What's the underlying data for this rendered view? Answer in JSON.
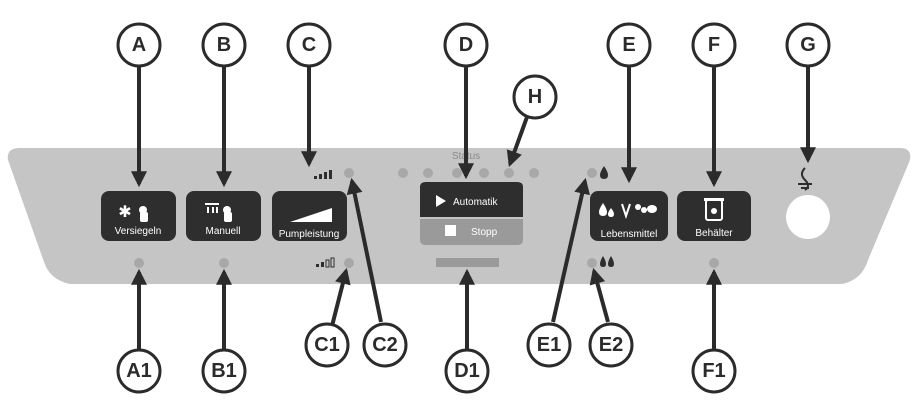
{
  "panel": {
    "status_label": "Status",
    "buttons": {
      "versiegeln": "Versiegeln",
      "manuell": "Manuell",
      "pumpleistung": "Pumpleistung",
      "automatik": "Automatik",
      "stopp": "Stopp",
      "lebensmittel": "Lebensmittel",
      "behaelter": "Behälter"
    }
  },
  "callouts": {
    "A": "A",
    "B": "B",
    "C": "C",
    "D": "D",
    "E": "E",
    "F": "F",
    "G": "G",
    "H": "H",
    "A1": "A1",
    "B1": "B1",
    "C1": "C1",
    "C2": "C2",
    "D1": "D1",
    "E1": "E1",
    "E2": "E2",
    "F1": "F1"
  },
  "colors": {
    "panel": "#c5c5c5",
    "button": "#2e2e2e",
    "stop_button": "#9a9a9a",
    "led": "#a8a8a8",
    "callout_stroke": "#2b2b2b"
  }
}
